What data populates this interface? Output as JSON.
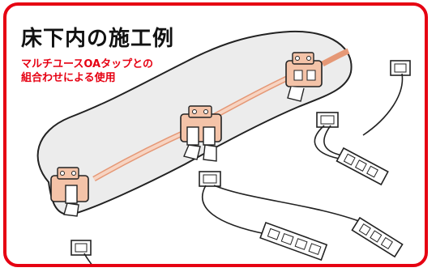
{
  "title": "床下内の施工例",
  "subtitle_line1": "マルチユースOAタップとの",
  "subtitle_line2": "組合わせによる使用",
  "colors": {
    "frame_border": "#e60012",
    "subtitle_text": "#e60012",
    "title_text": "#111111",
    "floor_cavity": "#ececec",
    "unit_fill": "#f4c3a8",
    "cable_fill": "#f7d4c2",
    "line": "#222222"
  },
  "icons": {
    "oa_tap_unit": "multi-use-oa-tap",
    "floor_outlet": "floor-outlet-box",
    "power_strip": "power-strip"
  }
}
